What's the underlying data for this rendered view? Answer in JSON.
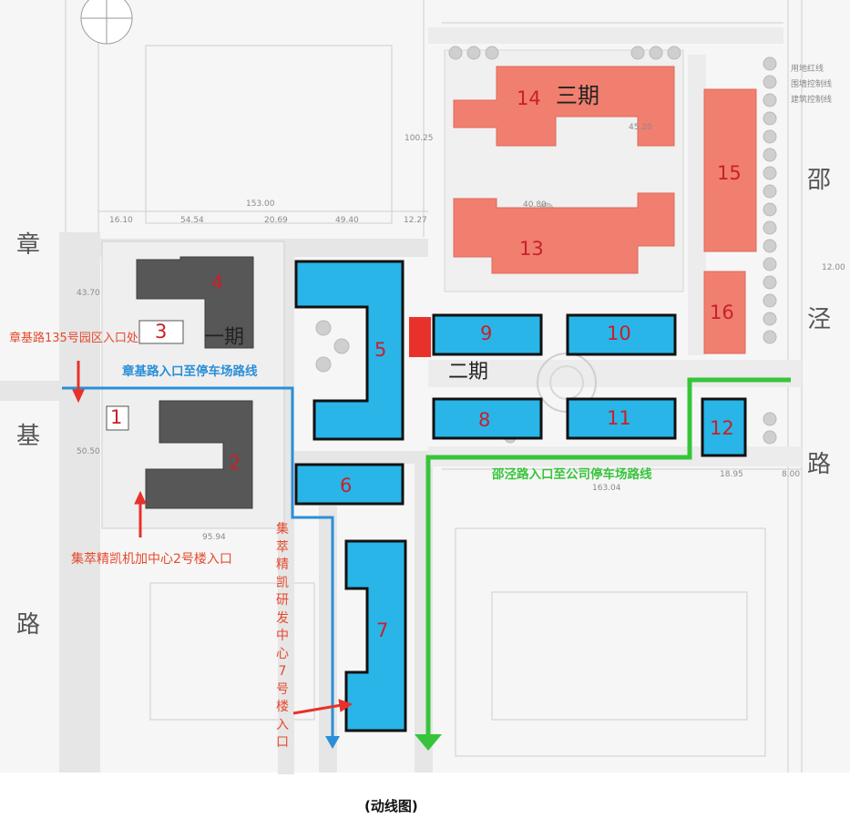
{
  "caption": "(动线图)",
  "roads": {
    "zhangji": [
      "章",
      "基",
      "路"
    ],
    "shaojing": [
      "邵",
      "泾",
      "路"
    ]
  },
  "phases": {
    "phase1": "一期",
    "phase2": "二期",
    "phase3": "三期"
  },
  "buildings": {
    "b1": "1",
    "b2": "2",
    "b3": "3",
    "b4": "4",
    "b5": "5",
    "b6": "6",
    "b7": "7",
    "b8": "8",
    "b9": "9",
    "b10": "10",
    "b11": "11",
    "b12": "12",
    "b13": "13",
    "b14": "14",
    "b15": "15",
    "b16": "16"
  },
  "annotations": {
    "park_entrance": "章基路135号园区入口处",
    "blue_route": "章基路入口至停车场路线",
    "green_route": "邵泾路入口至公司停车场路线",
    "entrance_bldg2": "集萃精凯机加中心2号楼入口",
    "entrance_bldg7": "集萃精凯研发中心7号楼入口"
  },
  "dimensions": {
    "d153": "153.00",
    "d1610": "16.10",
    "d5454": "54.54",
    "d2069": "20.69",
    "d4940": "49.40",
    "d1227": "12.27",
    "d9594": "95.94",
    "d16304": "163.04",
    "d1895": "18.95",
    "d800": "8.00",
    "d4520": "45.20",
    "d4080": "40.80",
    "d10025": "100.25",
    "d1200": "12.00",
    "d5050": "50.50",
    "d4370": "43.70"
  },
  "legend": {
    "l1": "用地红线",
    "l2": "围墙控制线",
    "l3": "建筑控制线"
  },
  "colors": {
    "phase1": "#575757",
    "phase2": "#29b5e8",
    "phase3": "#f07f6f",
    "red_marker": "#e8312a",
    "blue_route": "#2a8fd8",
    "green_route": "#36c53a"
  }
}
